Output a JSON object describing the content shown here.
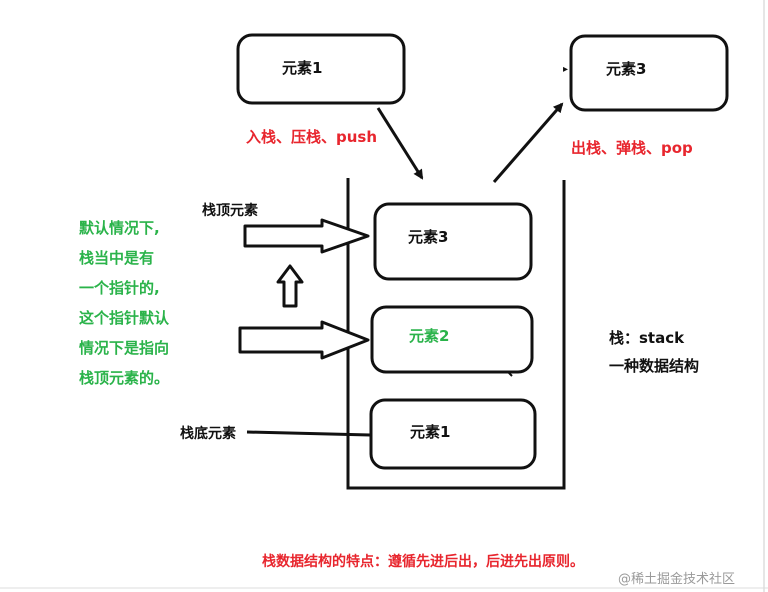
{
  "elements": {
    "top_left_box": "元素1",
    "top_right_box": "元素3",
    "stack_top": "元素3",
    "stack_middle": "元素2",
    "stack_bottom": "元素1"
  },
  "labels": {
    "push_label": "入栈、压栈、push",
    "pop_label": "出栈、弹栈、pop",
    "top_element_label": "栈顶元素",
    "bottom_element_label": "栈底元素",
    "stack_name": "栈：stack",
    "stack_desc": "一种数据结构"
  },
  "pointer_note": [
    "默认情况下,",
    "栈当中是有",
    "一个指针的,",
    "这个指针默认",
    "情况下是指向",
    "栈顶元素的。"
  ],
  "footer": {
    "principle": "栈数据结构的特点：遵循先进后出，后进先出原则。",
    "watermark": "@稀土掘金技术社区"
  },
  "colors": {
    "ink": "#111111",
    "red": "#e8262e",
    "green": "#2ab34a",
    "watermark": "#9a9a9a",
    "frame": "#cccccc"
  }
}
